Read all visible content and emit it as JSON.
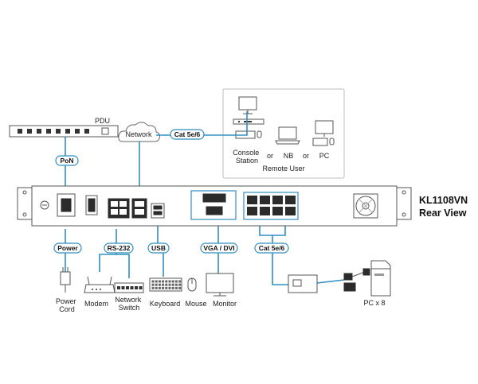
{
  "product": {
    "model": "KL1108VN",
    "view": "Rear View"
  },
  "top": {
    "pdu": "PDU",
    "network": "Network",
    "cat_top": "Cat 5e/6",
    "remote_group": "Remote User",
    "console": "Console\nStation",
    "nb": "NB",
    "pc": "PC",
    "or1": "or",
    "or2": "or"
  },
  "tags": {
    "pon": "PoN",
    "power": "Power",
    "rs232": "RS-232",
    "usb": "USB",
    "vga_dvi": "VGA / DVI",
    "cat_bottom": "Cat 5e/6"
  },
  "bottom": {
    "power_cord": "Power\nCord",
    "modem": "Modem",
    "network_switch": "Network\nSwitch",
    "keyboard": "Keyboard",
    "mouse": "Mouse",
    "monitor": "Monitor",
    "pc_x8": "PC x 8"
  },
  "colors": {
    "wire": "#2f8fc2",
    "device_dark": "#2b2b2b",
    "device_stroke": "#555555"
  }
}
